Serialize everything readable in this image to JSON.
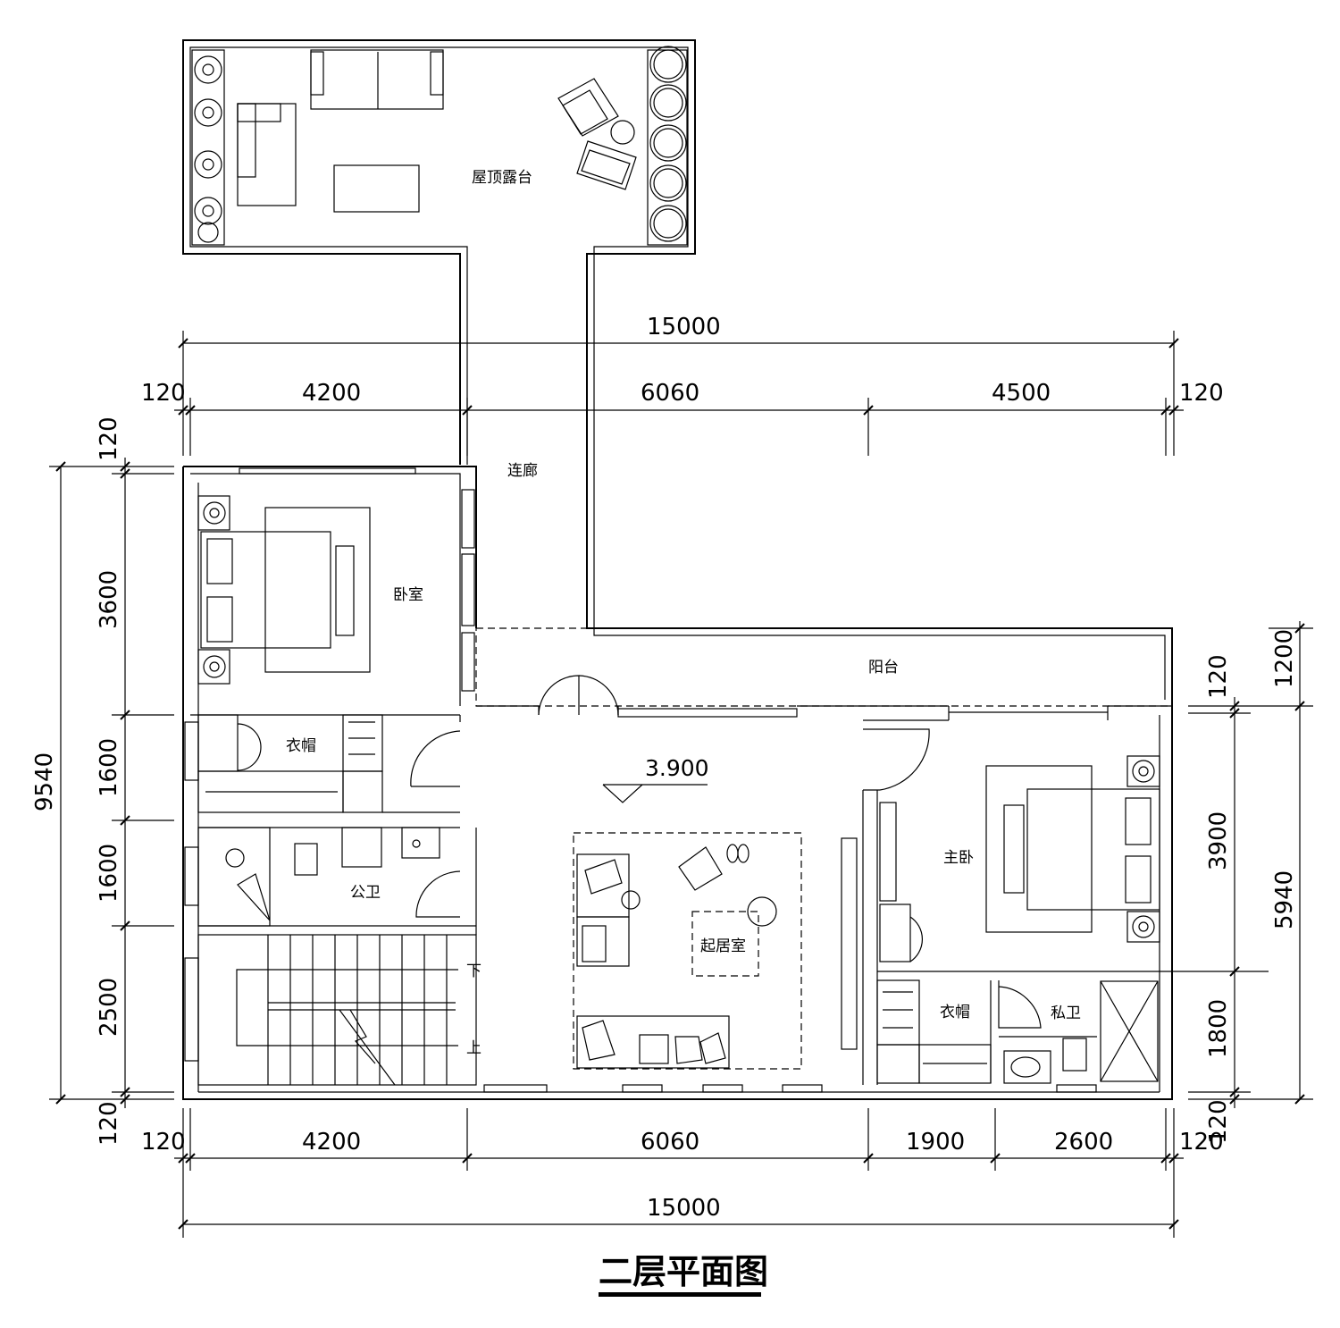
{
  "title": "二层平面图",
  "level_mark": "3.900",
  "rooms": {
    "roof_terrace": "屋顶露台",
    "corridor": "连廊",
    "bedroom": "卧室",
    "balcony": "阳台",
    "closet_left": "衣帽",
    "public_bath": "公卫",
    "living": "起居室",
    "master": "主卧",
    "closet_right": "衣帽",
    "private_bath": "私卫"
  },
  "stair": {
    "down": "下",
    "up": "上"
  },
  "dimensions": {
    "top_total": "15000",
    "top": [
      "120",
      "4200",
      "6060",
      "4500",
      "120"
    ],
    "bottom": [
      "120",
      "4200",
      "6060",
      "1900",
      "2600",
      "120"
    ],
    "bottom_total": "15000",
    "left_total": "9540",
    "left": [
      "120",
      "3600",
      "1600",
      "1600",
      "2500",
      "120"
    ],
    "right_outer": [
      "1200",
      "5940"
    ],
    "right_inner": [
      "120",
      "3900",
      "1800",
      "120"
    ]
  }
}
